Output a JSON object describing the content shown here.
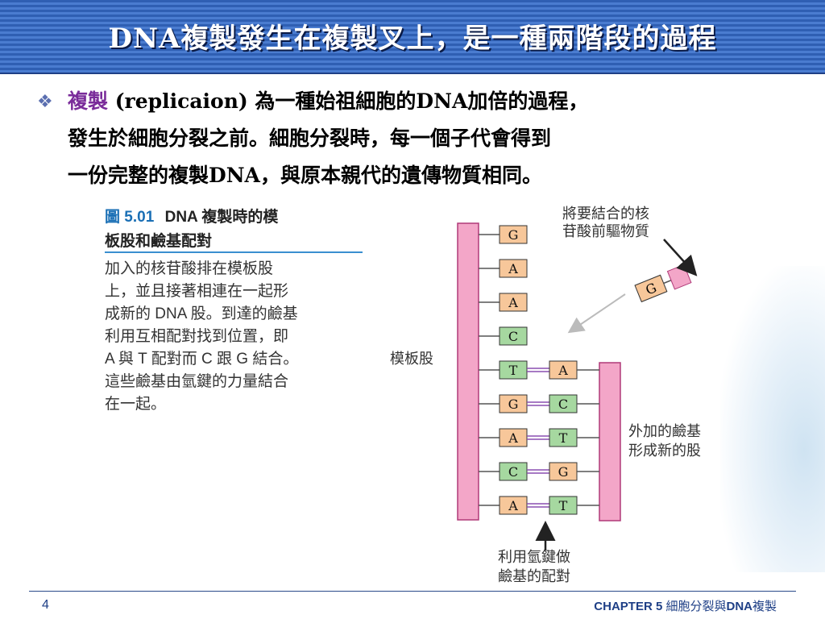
{
  "title": "DNA複製發生在複製叉上，是一種兩階段的過程",
  "bullet": {
    "term": "複製",
    "line1_rest_a": " (replicaion) ",
    "line1_rest_b": "為一種始祖細胞的",
    "line1_rest_c": "DNA",
    "line1_rest_d": "加倍的過程，",
    "line2": "發生於細胞分裂之前。細胞分裂時，每一個子代會得到",
    "line3_a": "一份完整的複製",
    "line3_b": "DNA",
    "line3_c": "，與原本親代的遺傳物質相同。"
  },
  "figure": {
    "number": "圖 5.01",
    "title_line1": "DNA 複製時的模",
    "title_line2": "板股和鹼基配對",
    "caption_lines": [
      "加入的核苷酸排在模板股",
      "上，並且接著相連在一起形",
      "成新的 DNA 股。到達的鹼基",
      "利用互相配對找到位置，即",
      "A 與 T 配對而 C 跟 G 結合。",
      "這些鹼基由氫鍵的力量結合",
      "在一起。"
    ],
    "labels": {
      "incoming_line1": "將要結合的核",
      "incoming_line2": "苷酸前驅物質",
      "template": "模板股",
      "new_line1": "外加的鹼基",
      "new_line2": "形成新的股",
      "hbond_line1": "利用氫鍵做",
      "hbond_line2": "鹼基的配對"
    },
    "incoming_base": "G",
    "template_bases": [
      "G",
      "A",
      "A",
      "C",
      "T",
      "G",
      "A",
      "C",
      "A"
    ],
    "new_bases": [
      "",
      "",
      "",
      "",
      "A",
      "C",
      "T",
      "G",
      "T"
    ],
    "colors": {
      "strand": "#f3a6c8",
      "A": "#f7c79a",
      "G": "#f7c79a",
      "T": "#a6d8a0",
      "C": "#a6d8a0"
    }
  },
  "footer": {
    "page": "4",
    "chapter_bold": "CHAPTER 5",
    "chapter_a": " 細胞分裂與",
    "chapter_b": "DNA",
    "chapter_c": "複製"
  }
}
